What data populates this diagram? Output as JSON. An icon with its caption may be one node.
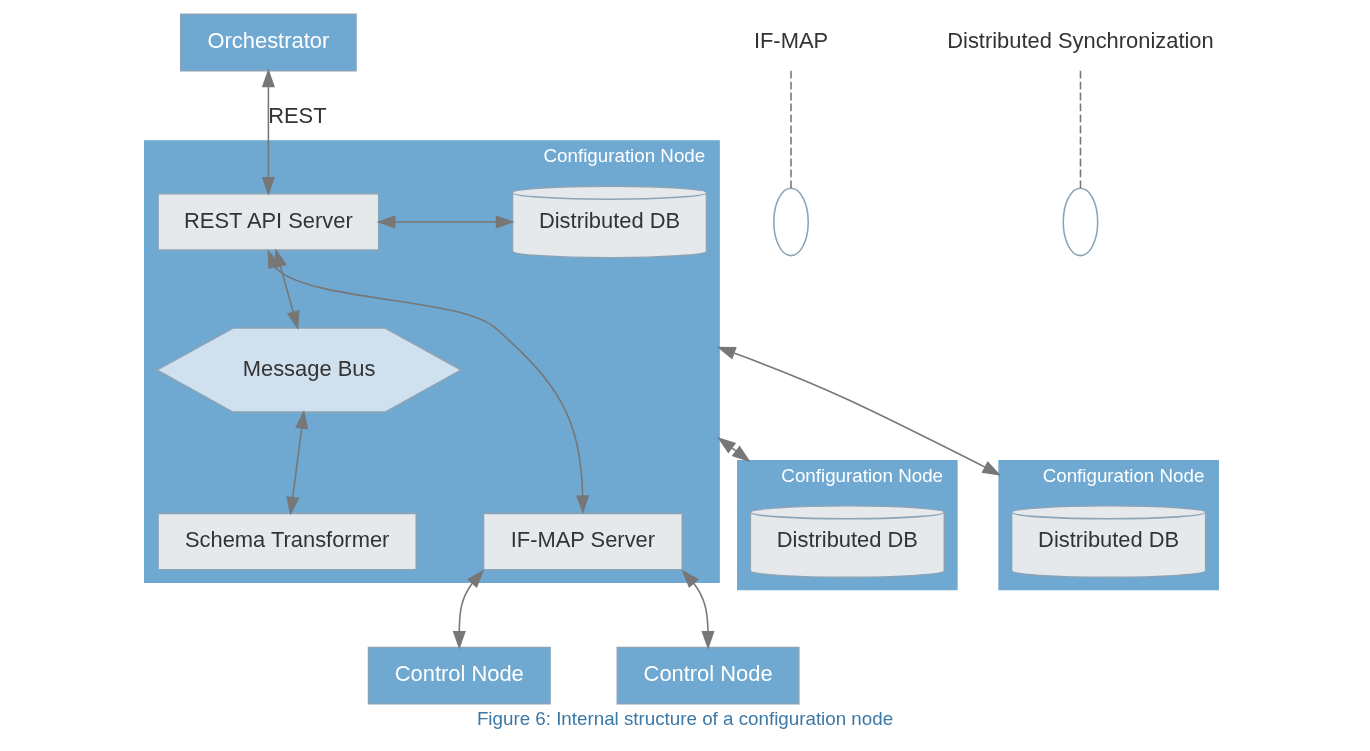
{
  "diagram": {
    "caption": "Figure 6: Internal structure of a configuration node",
    "nodes": [
      {
        "text": [
          "Orchestrator"
        ]
      },
      {
        "text": [
          "Configuration Node"
        ]
      },
      {
        "text": [
          "REST API Server"
        ],
        "in": 1
      },
      {
        "text": [
          "Distributed DB"
        ],
        "in": 1
      },
      {
        "text": [
          "Message Bus"
        ],
        "in": 1
      },
      {
        "text": [
          "Schema Transformer"
        ],
        "in": 1
      },
      {
        "text": [
          "IF-MAP Server"
        ],
        "in": 1
      },
      {
        "text": [
          "Configuration Node"
        ]
      },
      {
        "text": [
          "Distributed DB"
        ],
        "in": 7
      },
      {
        "text": [
          "Configuration Node"
        ]
      },
      {
        "text": [
          "Distributed DB"
        ],
        "in": 9
      },
      {
        "text": [
          "Control Node"
        ]
      },
      {
        "text": [
          "Control Node"
        ]
      },
      {
        "text": [
          "IF-MAP"
        ]
      },
      {
        "text": [],
        "shape": "ellipse"
      },
      {
        "text": [
          "Distributed Synchronization"
        ]
      },
      {
        "text": [],
        "shape": "ellipse"
      }
    ],
    "edges": [
      {
        "from": 0,
        "to": 2,
        "arrow": "both",
        "label": "REST"
      },
      {
        "from": 2,
        "to": 3,
        "arrow": "both"
      },
      {
        "from": 2,
        "to": 4,
        "arrow": "both"
      },
      {
        "from": 4,
        "to": 5,
        "arrow": "both"
      },
      {
        "from": 2,
        "to": 6,
        "arrow": "both"
      },
      {
        "from": 1,
        "to": 7,
        "arrow": "both"
      },
      {
        "from": 1,
        "to": 9,
        "arrow": "both"
      },
      {
        "from": 6,
        "to": 11,
        "arrow": "both"
      },
      {
        "from": 6,
        "to": 12,
        "arrow": "both"
      },
      {
        "from": 13,
        "to": 14,
        "arrow": "none",
        "style": "dashed"
      },
      {
        "from": 15,
        "to": 16,
        "arrow": "none",
        "style": "dashed"
      }
    ]
  }
}
